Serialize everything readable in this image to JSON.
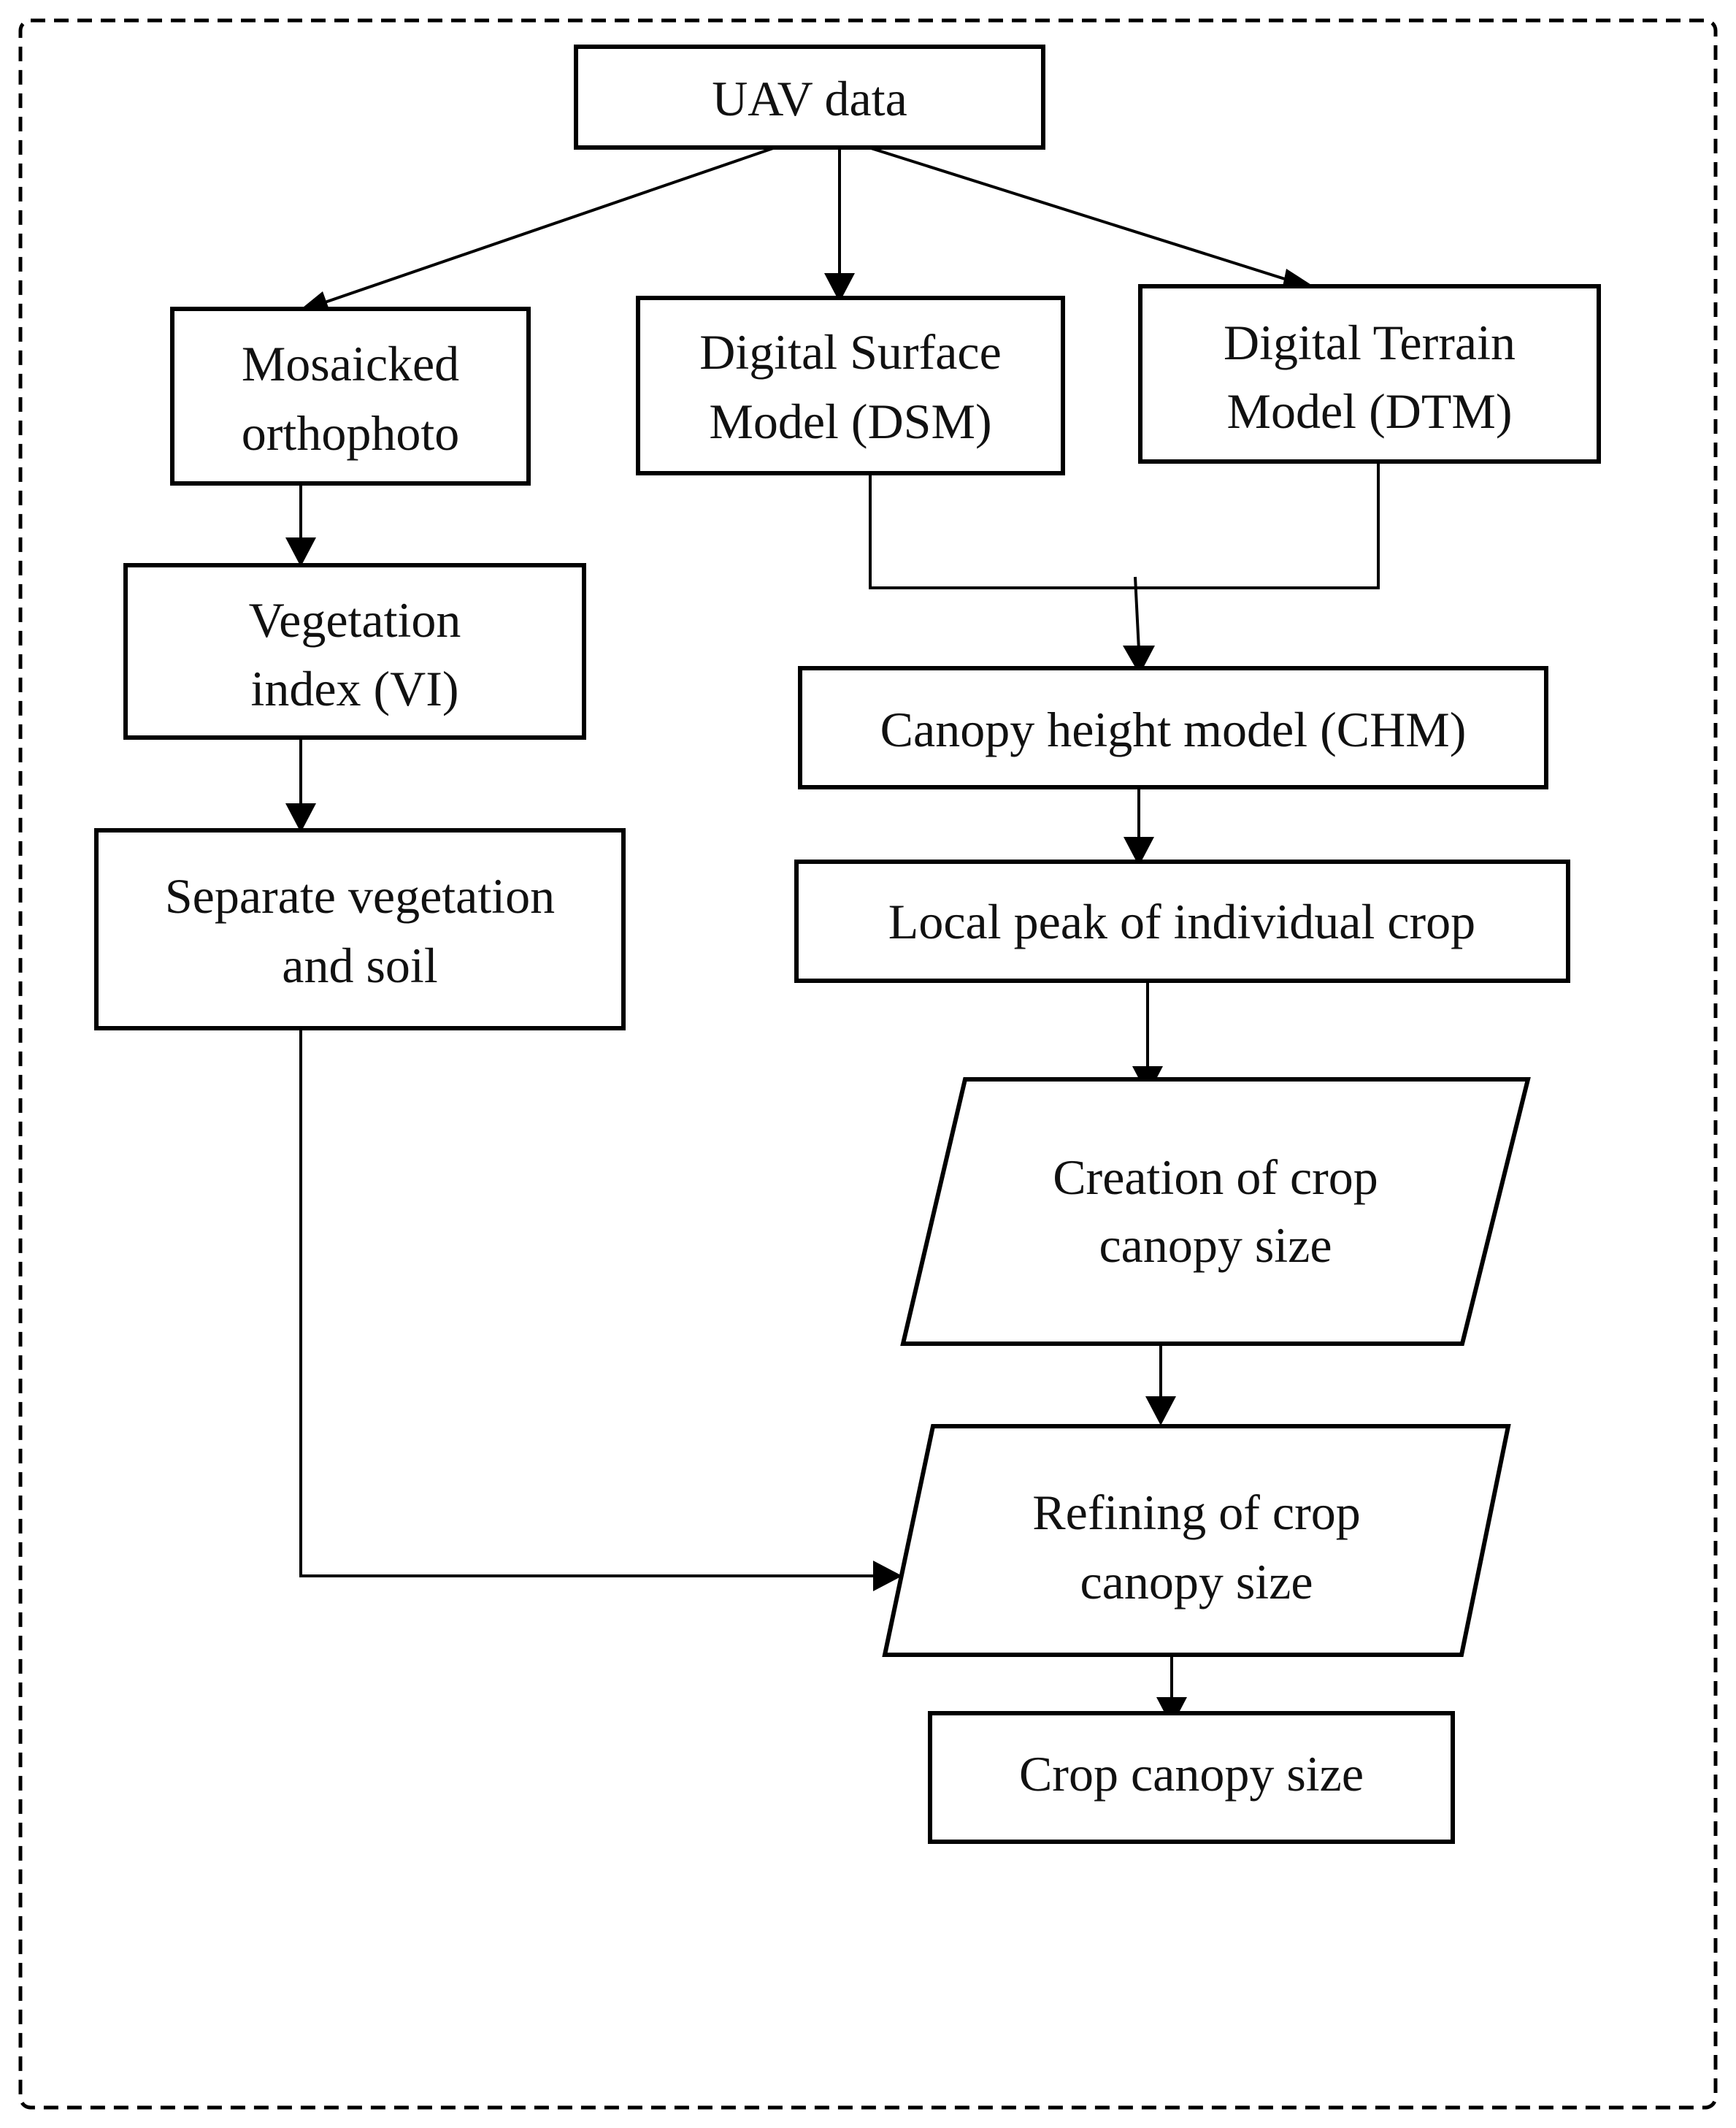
{
  "nodes": {
    "uav": {
      "lines": [
        "UAV data"
      ]
    },
    "ortho": {
      "lines": [
        "Mosaicked",
        "orthophoto"
      ]
    },
    "dsm": {
      "lines": [
        "Digital Surface",
        "Model (DSM)"
      ]
    },
    "dtm": {
      "lines": [
        "Digital Terrain",
        "Model (DTM)"
      ]
    },
    "vi": {
      "lines": [
        "Vegetation",
        "index (VI)"
      ]
    },
    "chm": {
      "lines": [
        "Canopy height model (CHM)"
      ]
    },
    "sep": {
      "lines": [
        "Separate vegetation",
        "and soil"
      ]
    },
    "peak": {
      "lines": [
        "Local peak of individual crop"
      ]
    },
    "creation": {
      "lines": [
        "Creation of crop",
        "canopy size"
      ]
    },
    "refining": {
      "lines": [
        "Refining of crop",
        "canopy size"
      ]
    },
    "final": {
      "lines": [
        "Crop canopy size"
      ]
    }
  }
}
